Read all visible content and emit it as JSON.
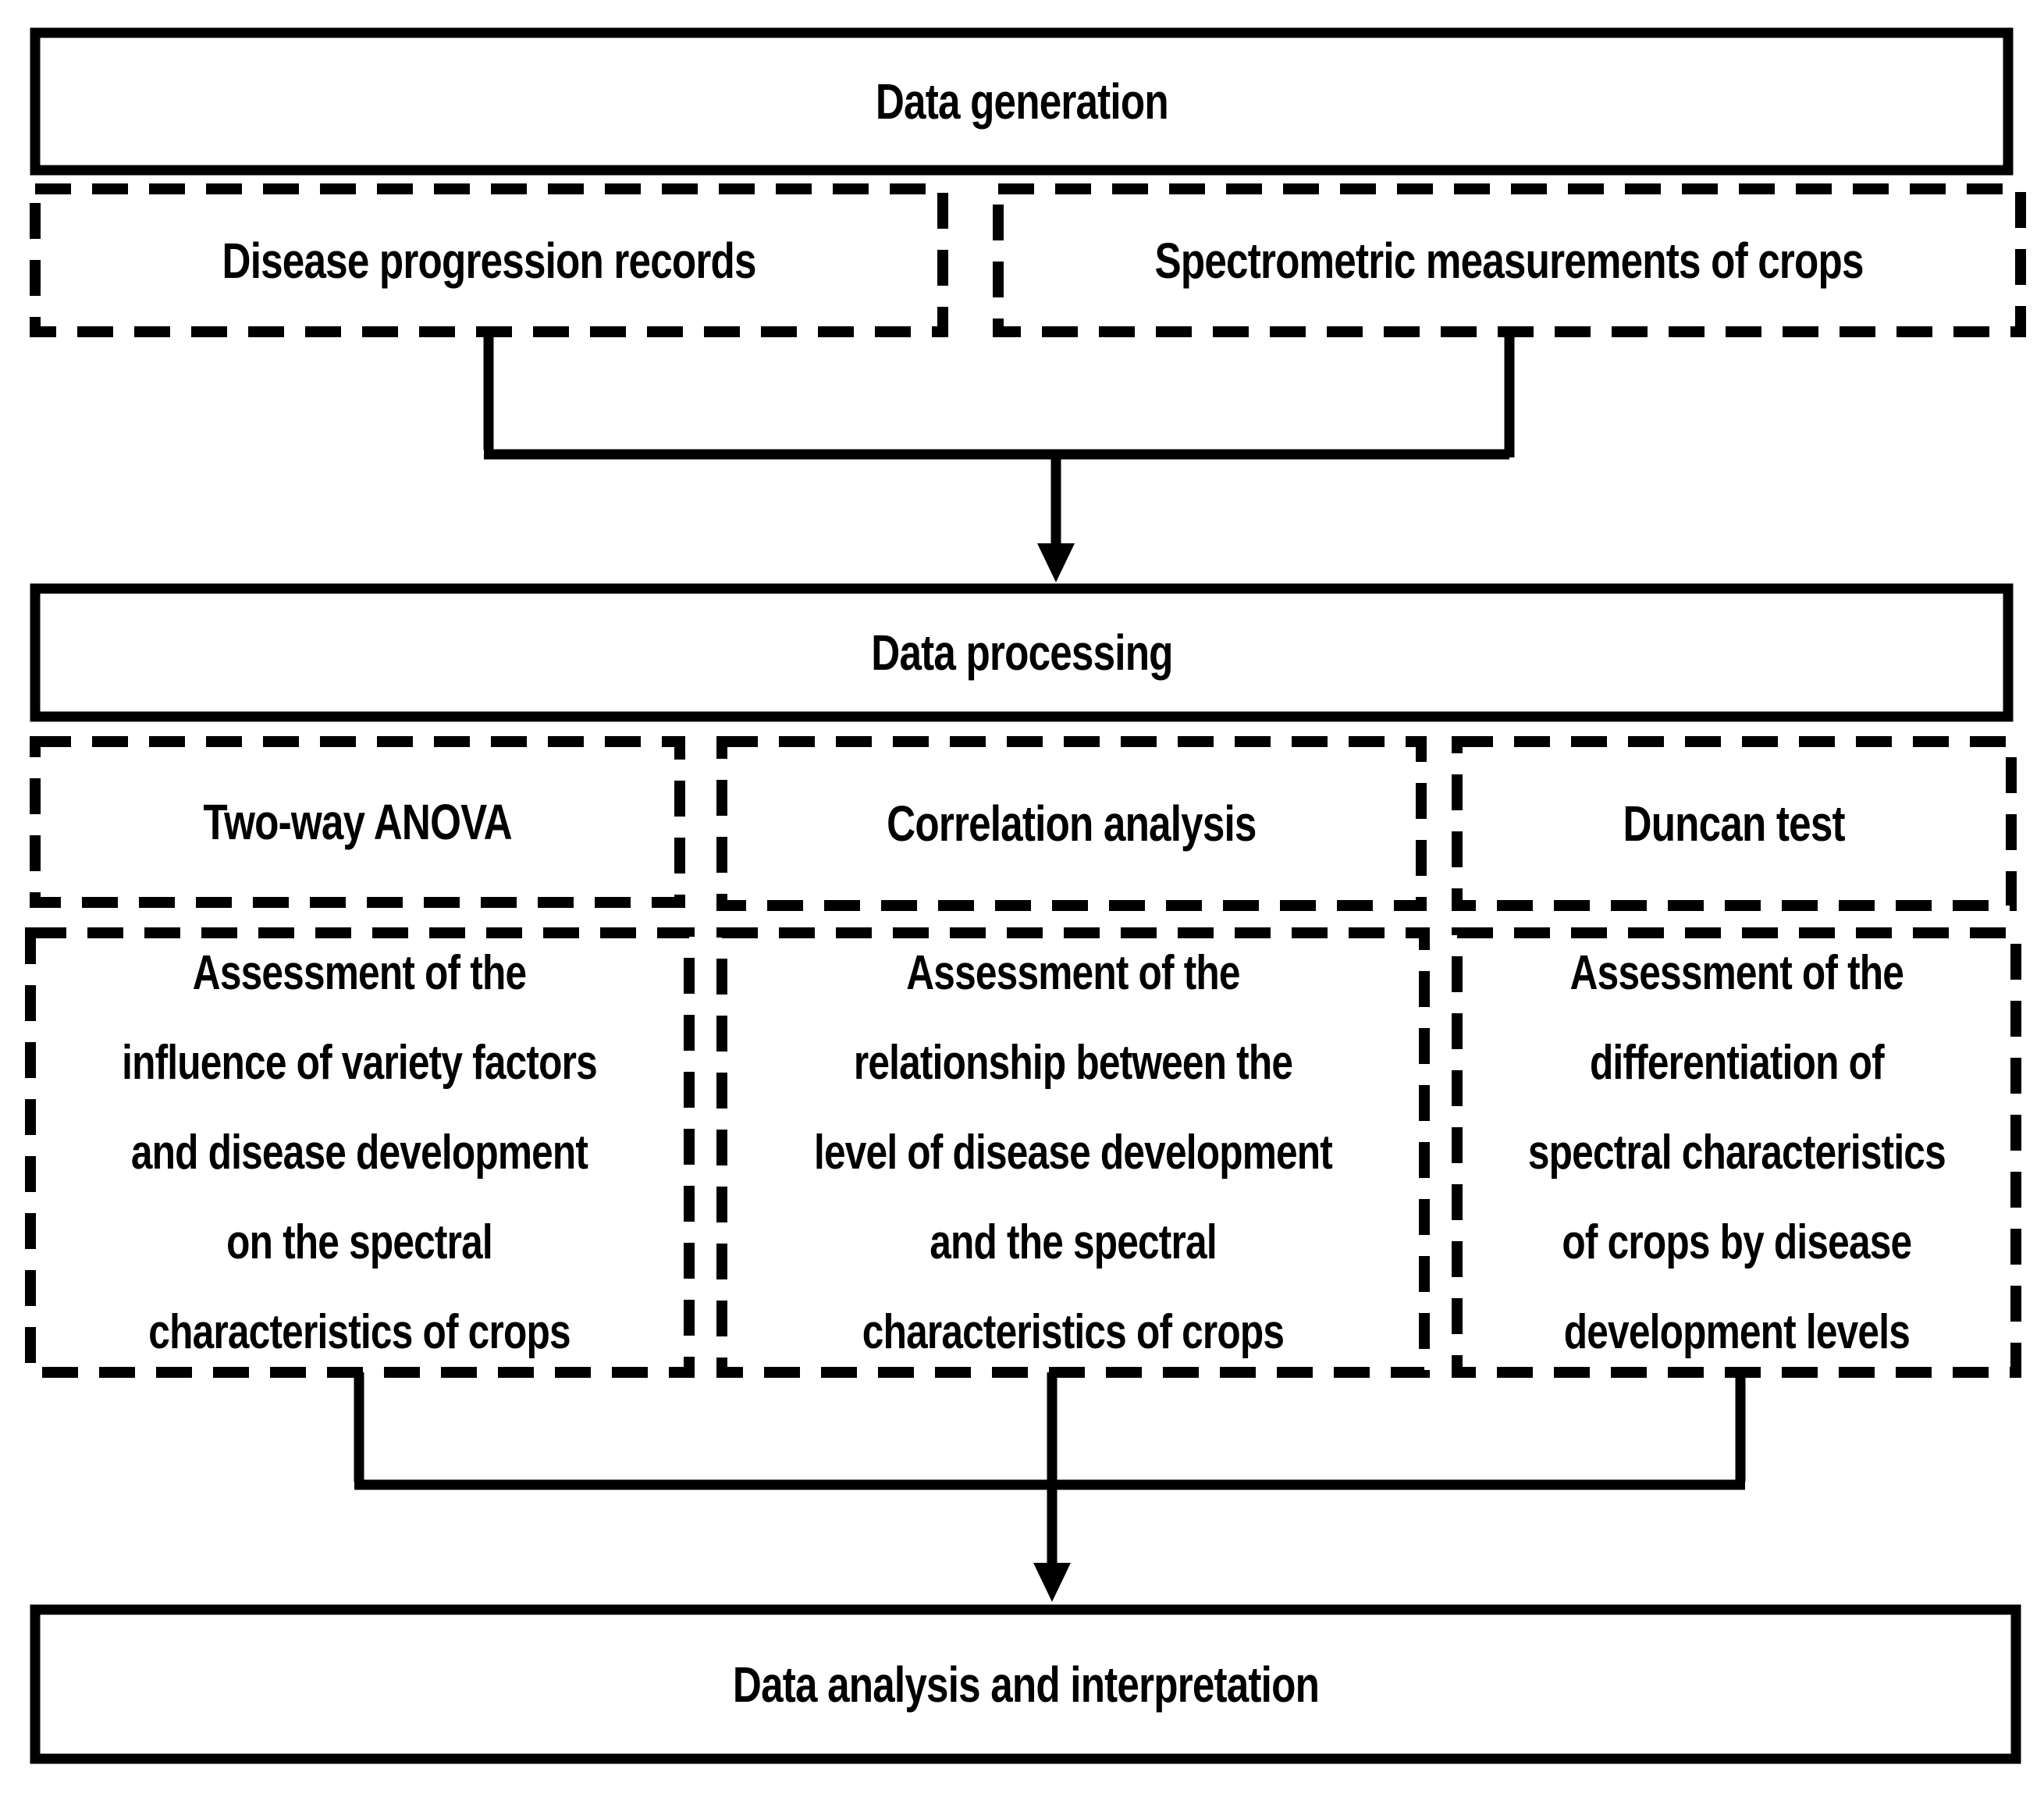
{
  "figure": {
    "background_color": "#ffffff",
    "line_color": "#000000",
    "description": "Flowchart of data generation, processing, analysis workflow"
  },
  "boxes": {
    "data_generation": {
      "label": "Data generation"
    },
    "disease_progression": {
      "label": "Disease progression records"
    },
    "spectrometric": {
      "label": "Spectrometric measurements of crops"
    },
    "data_processing": {
      "label": "Data processing"
    },
    "two_way_anova": {
      "label": "Two-way ANOVA"
    },
    "correlation_analysis": {
      "label": "Correlation analysis"
    },
    "duncan_test": {
      "label": "Duncan test"
    },
    "assessment_variety": {
      "lines": [
        "Assessment of the",
        "influence of variety factors",
        "and disease development",
        "on the spectral",
        "characteristics of crops"
      ]
    },
    "assessment_relationship": {
      "lines": [
        "Assessment of the",
        "relationship between the",
        "level of disease development",
        "and the spectral",
        "characteristics of crops"
      ]
    },
    "assessment_differentiation": {
      "lines": [
        "Assessment of the",
        "differentiation of",
        "spectral characteristics",
        "of crops by disease",
        "development levels"
      ]
    },
    "data_analysis": {
      "label": "Data analysis and interpretation"
    }
  }
}
